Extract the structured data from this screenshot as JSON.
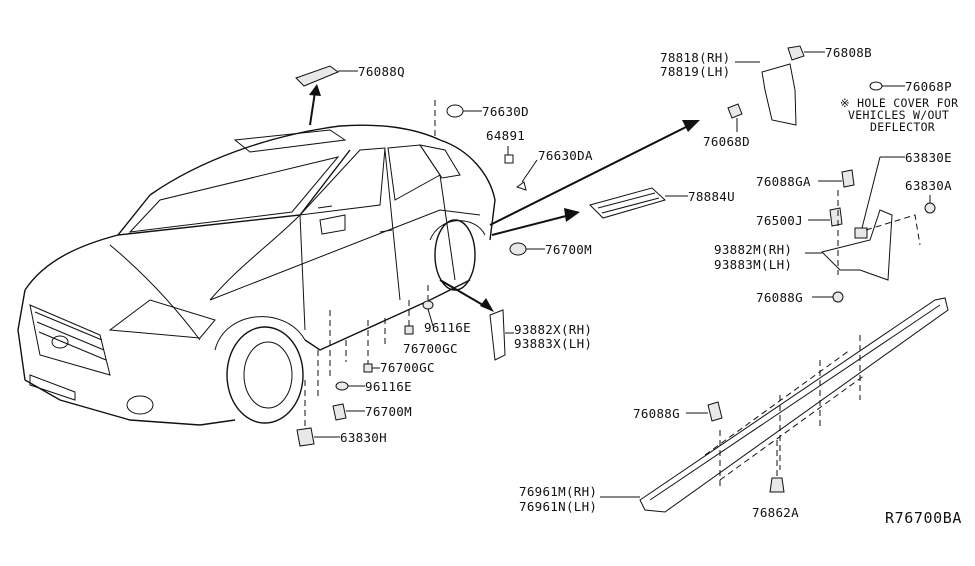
{
  "labels": {
    "p76088Q": "76088Q",
    "p76630D": "76630D",
    "p64891": "64891",
    "p76630DA": "76630DA",
    "p78818": "78818(RH)",
    "p78819": "78819(LH)",
    "p76808B": "76808B",
    "p76068P": "76068P",
    "p76068D": "76068D",
    "p78884U": "78884U",
    "p76088GA": "76088GA",
    "p63830E": "63830E",
    "p63830A": "63830A",
    "p76500J": "76500J",
    "p93882M": "93882M(RH)",
    "p93883M": "93883M(LH)",
    "p76088G": "76088G",
    "p76700M_top": "76700M",
    "p96116E_a": "96116E",
    "p76700GC_a": "76700GC",
    "p93882X": "93882X(RH)",
    "p93883X": "93883X(LH)",
    "p76700GC_b": "76700GC",
    "p96116E_b": "96116E",
    "p76700M_bot": "76700M",
    "p63830H": "63830H",
    "p76088G_b": "76088G",
    "p76961M": "76961M(RH)",
    "p76961N": "76961N(LH)",
    "p76862A": "76862A"
  },
  "note": {
    "line1": "※ HOLE COVER FOR",
    "line2": "VEHICLES W/OUT",
    "line3": "DEFLECTOR"
  },
  "reference": "R76700BA"
}
